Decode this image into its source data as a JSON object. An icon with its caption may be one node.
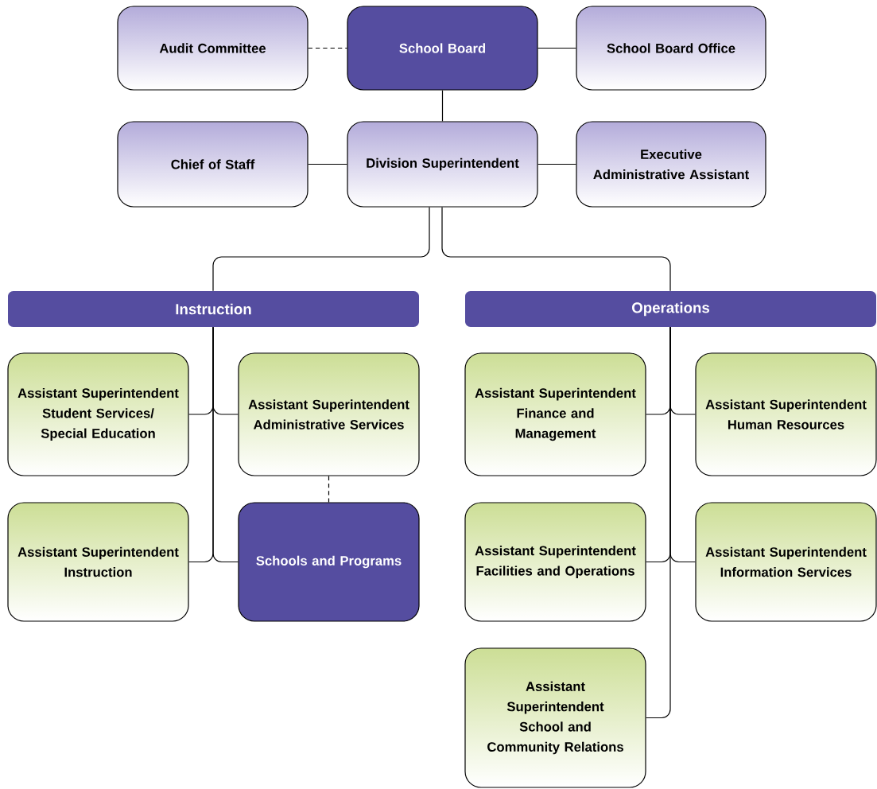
{
  "diagram": {
    "nodes": [
      {
        "text": [
          "Audit Committee"
        ]
      },
      {
        "text": [
          "School Board"
        ]
      },
      {
        "text": [
          "School Board Office"
        ]
      },
      {
        "text": [
          "Chief of Staff"
        ]
      },
      {
        "text": [
          "Division Superintendent"
        ]
      },
      {
        "text": [
          "Executive Administrative Assistant"
        ]
      },
      {
        "text": [
          "Instruction"
        ]
      },
      {
        "text": [
          "Operations"
        ]
      },
      {
        "text": [
          "Assistant Superintendent",
          "Student Services/ Special Education"
        ]
      },
      {
        "text": [
          "Assistant Superintendent",
          "Administrative Services"
        ]
      },
      {
        "text": [
          "Assistant Superintendent",
          "Instruction"
        ]
      },
      {
        "text": [
          "Schools and Programs"
        ]
      },
      {
        "text": [
          "Assistant Superintendent",
          "Finance and Management"
        ]
      },
      {
        "text": [
          "Assistant Superintendent",
          "Human Resources"
        ]
      },
      {
        "text": [
          "Assistant Superintendent",
          "Facilities and Operations"
        ]
      },
      {
        "text": [
          "Assistant Superintendent",
          "Information Services"
        ]
      },
      {
        "text": [
          "Assistant Superintendent",
          "School and Community Relations"
        ]
      }
    ],
    "edges": [
      {
        "from": 0,
        "to": 1,
        "arrow": "none",
        "style": "dashed"
      },
      {
        "from": 1,
        "to": 2,
        "arrow": "none"
      },
      {
        "from": 1,
        "to": 4,
        "arrow": "none"
      },
      {
        "from": 3,
        "to": 4,
        "arrow": "none"
      },
      {
        "from": 4,
        "to": 5,
        "arrow": "none"
      },
      {
        "from": 4,
        "to": 6,
        "arrow": "none"
      },
      {
        "from": 4,
        "to": 7,
        "arrow": "none"
      },
      {
        "from": 6,
        "to": 8,
        "arrow": "none"
      },
      {
        "from": 6,
        "to": 9,
        "arrow": "none"
      },
      {
        "from": 6,
        "to": 10,
        "arrow": "none"
      },
      {
        "from": 6,
        "to": 11,
        "arrow": "none"
      },
      {
        "from": 9,
        "to": 11,
        "arrow": "none",
        "style": "dashed"
      },
      {
        "from": 7,
        "to": 12,
        "arrow": "none"
      },
      {
        "from": 7,
        "to": 13,
        "arrow": "none"
      },
      {
        "from": 7,
        "to": 14,
        "arrow": "none"
      },
      {
        "from": 7,
        "to": 15,
        "arrow": "none"
      },
      {
        "from": 7,
        "to": 16,
        "arrow": "none"
      }
    ]
  }
}
